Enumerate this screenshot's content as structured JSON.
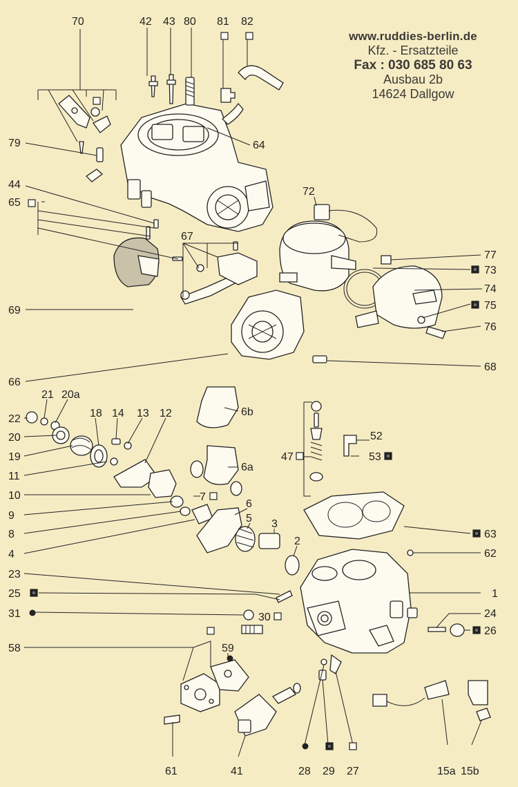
{
  "dealer_stamp": {
    "url": "www.ruddies-berlin.de",
    "line1": "Kfz. - Ersatzteile",
    "fax": "Fax : 030 685 80 63",
    "line3": "Ausbau 2b",
    "line4": "14624 Dallgow"
  },
  "part_labels": [
    "70",
    "42",
    "43",
    "80",
    "81",
    "82",
    "64",
    "79",
    "44",
    "65",
    "72",
    "67",
    "77",
    "73",
    "74",
    "75",
    "76",
    "69",
    "68",
    "66",
    "21",
    "20a",
    "22",
    "18",
    "14",
    "13",
    "12",
    "6b",
    "20",
    "52",
    "19",
    "47",
    "53",
    "6a",
    "11",
    "10",
    "7",
    "9",
    "6",
    "8",
    "5",
    "3",
    "63",
    "4",
    "2",
    "62",
    "23",
    "1",
    "25",
    "31",
    "30",
    "24",
    "26",
    "58",
    "59",
    "61",
    "41",
    "28",
    "29",
    "27",
    "15a",
    "15b"
  ],
  "legend_markers": {
    "square": "hollow-square-icon",
    "filled_square": "filled-square-icon",
    "dot": "filled-dot-icon"
  },
  "colors": {
    "paper": "#f6ecc4",
    "ink": "#222222",
    "stamp": "#3c3a36"
  }
}
